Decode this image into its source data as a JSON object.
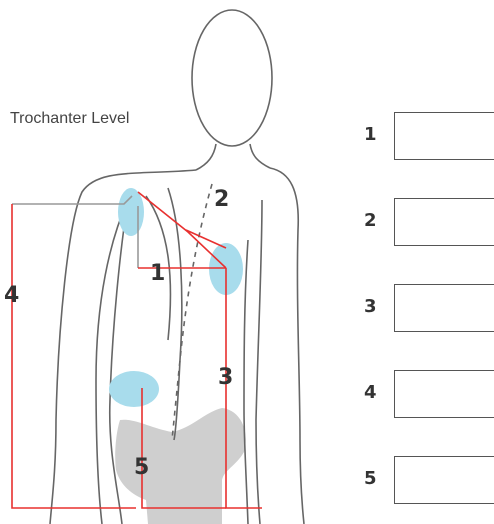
{
  "title": "Trochanter Level",
  "diagram_labels": {
    "n1": "1",
    "n2": "2",
    "n3": "3",
    "n4": "4",
    "n5": "5"
  },
  "answers": [
    {
      "number": "1"
    },
    {
      "number": "2"
    },
    {
      "number": "3"
    },
    {
      "number": "4"
    },
    {
      "number": "5"
    }
  ],
  "colors": {
    "outline": "#666666",
    "measure": "#e8302f",
    "guide": "#999999",
    "marker": "#a8dcec",
    "pelvis": "#cfcfcf"
  }
}
